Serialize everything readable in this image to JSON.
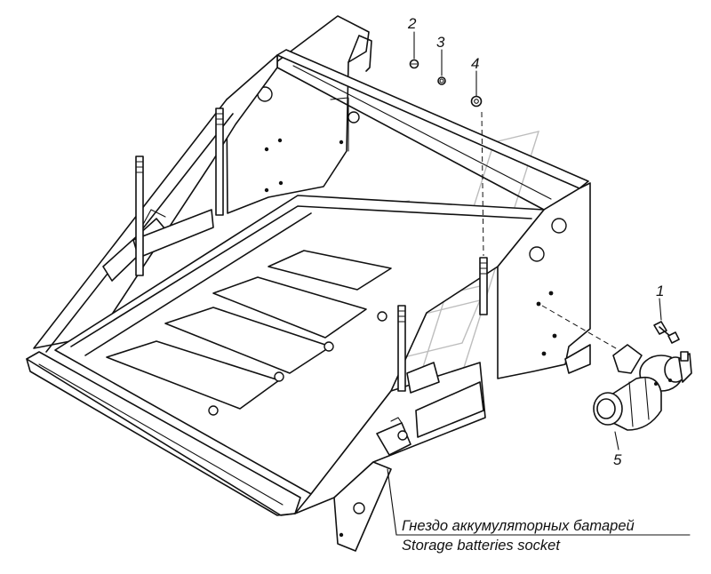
{
  "callouts": {
    "p1": "1",
    "p2": "2",
    "p3": "3",
    "p4": "4",
    "p5": "5"
  },
  "caption": {
    "ru": "Гнездо аккумуляторных батарей",
    "en": "Storage batteries socket"
  },
  "colors": {
    "line": "#111111",
    "background": "#ffffff",
    "watermark": "#bdbdbd"
  }
}
